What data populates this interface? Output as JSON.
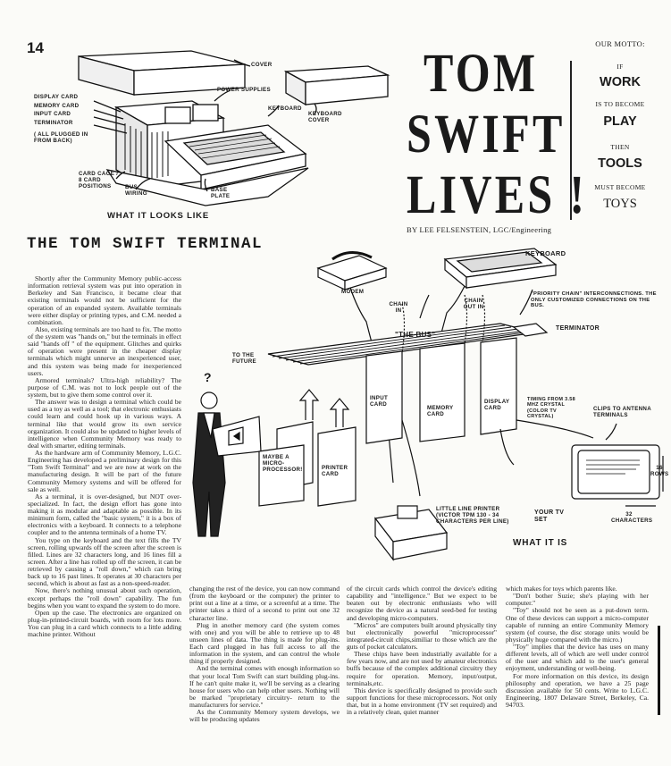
{
  "page_number": "14",
  "top_diagram": {
    "caption": "WHAT IT LOOKS LIKE",
    "labels": {
      "cover": "COVER",
      "power_supplies": "POWER SUPPLIES",
      "keyboard": "KEYBOARD",
      "keyboard_cover": "KEYBOARD COVER",
      "display_card": "DISPLAY CARD",
      "memory_card": "MEMORY CARD",
      "input_card": "INPUT CARD",
      "terminator": "TERMINATOR",
      "all_plugged": "( ALL PLUGGED IN FROM BACK)",
      "card_cage": "CARD CAGE / 8 CARD POSITIONS",
      "bus_wiring": "BUS WIRING",
      "base_plate": "BASE PLATE"
    }
  },
  "title": {
    "line1": "TOM",
    "line2": "SWIFT",
    "line3": "LIVES !"
  },
  "byline": "BY LEE FELSENSTEIN, LGC/Engineering",
  "motto": {
    "heading": "OUR MOTTO:",
    "if": "IF",
    "work": "WORK",
    "is_to_become": "IS TO BECOME",
    "play": "PLAY",
    "then": "THEN",
    "tools": "TOOLS",
    "must_become": "MUST BECOME",
    "toys": "TOYS"
  },
  "headline": "THE TOM SWIFT TERMINAL",
  "bottom_diagram": {
    "caption": "WHAT IT IS",
    "labels": {
      "keyboard": "KEYBOARD",
      "modem": "MODEM",
      "chain_in": "CHAIN IN",
      "chain_out_in": "CHAIN OUT IN",
      "priority_chain": "\"PRIORITY CHAIN\" INTERCONNECTIONS. THE ONLY CUSTOMIZED CONNECTIONS ON THE BUS.",
      "the_bus": "\"THE BUS\"",
      "terminator": "TERMINATOR",
      "to_the_future": "TO THE FUTURE",
      "question": "?",
      "input_card": "INPUT CARD",
      "memory_card": "MEMORY CARD",
      "display_card": "DISPLAY CARD",
      "timing": "TIMING FROM 3.58 MHZ CRYSTAL (COLOR TV CRYSTAL)",
      "clips": "CLIPS TO ANTENNA TERMINALS",
      "micro": "MAYBE A MICRO-PROCESSOR!",
      "printer_card": "PRINTER CARD",
      "line_printer": "LITTLE LINE PRINTER (VICTOR TPM 130 - 34 CHARACTERS PER LINE)",
      "tv": "YOUR TV SET",
      "rows": "16 ROWS",
      "chars": "32 CHARACTERS"
    }
  },
  "columns": {
    "col1": [
      "Shortly after the Community Memory public-access information retrieval system was put into operation in Berkeley and San Francisco, it became clear that existing terminals would not be sufficient for the operation of an expanded system. Available terminals were either display or printing types, and C.M. needed a combination.",
      "Also, existing terminals are too hard to fix. The motto of the system was \"hands on,\" but the terminals in effect said \"hands off \" of the equipment. Glitches and quirks of operation were present in the cheaper display terminals which might unnerve an inexperienced user, and this system was being made for inexperienced users.",
      "Armored terminals? Ultra-high reliability? The purpose of C.M. was not to lock people out of the system, but to give them some control over it.",
      "The answer was to design a terminal which could be used as a toy as well as a tool; that electronic enthusiasts could learn and could hook up in various ways. A terminal like that would grow its own service organization. It could also be updated to higher levels of intelligence when Community Memory was ready to deal with smarter, editing terminals.",
      "As the hardware arm of Community Memory, L.G.C. Engineering has developed a preliminary design for this \"Tom Swift Terminal\" and we are now at work on the manufacturing design. It will be part of the future Community Memory systems and will be offered for sale as well.",
      "As a terminal, it is over-designed, but NOT over-specialized. In fact, the design effort has gone into making it as modular and adaptable as possible. In its minimum form, called the \"basic system,\" it is a box of electronics with a keyboard. It connects to a telephone coupler and to the antenna terminals of a home TV.",
      "You type on the keyboard and the text fills the TV screen, rolling upwards off the screen after the screen is filled. Lines are 32 characters long, and 16 lines fill a screen. After a line has rolled up off the screen, it can be retrieved by causing a \"roll down,\" which can bring back up to 16 past lines. It operates at 30 characters per second, which is about as fast as a non-speed-reader.",
      "Now, there's nothing unusual about such operation, except perhaps the \"roll down\" capability. The fun begins when you want to expand the system to do more.",
      "Open up the case. The electronics are organized on plug-in-printed-circuit boards, with room for lots more. You can plug in a card which connects to a little adding machine printer. Without"
    ],
    "col2": [
      "changing the rest of the device, you can now command (from the keyboard or the computer) the printer to print out a line at a time, or a screenful at a time. The printer takes a third of a second to print out one 32 character line.",
      "Plug in another memory card (the system comes with one) and you will be able to retrieve up to 48 unseen lines of data. The thing is made for plug-ins. Each card plugged in has full access to all the information in the system, and can control the whole thing if properly designed.",
      "And the terminal comes with enough information so that your local Tom Swift can start building plug-ins. If he can't quite make it, we'll be serving as a clearing house for users who can help other users. Nothing will be marked \"proprietary circuitry- return to the manufacturers for service.\"",
      "As the Community Memory system develops, we will be producing updates"
    ],
    "col3": [
      "of the circuit cards which control the device's editing capability and \"intelligence.\" But we expect to be beaten out by electronic enthusiasts who will recognize the device as a natural seed-bed for testing and developing micro-computers.",
      "\"Micros\" are computers built around physically tiny but electronically powerful \"microprocessor\" integrated-circuit chips,similiar to those which are the guts of pocket calculators.",
      "These chips have been industrially available for a few years now, and are not used by amateur electronics buffs because of the complex additional circuitry they require for operation. Memory, input/output, terminals,etc.",
      "This device is specifically designed to provide such support functions for these microprocessors. Not only that, but in a home environment (TV set required) and in a relatively clean, quiet manner"
    ],
    "col4": [
      "which makes for toys which parents like.",
      "\"Don't bother Suzie; she's playing with her computer.\"",
      "\"Toy\" should not be seen as a put-down term. One of these devices can support a micro-computer capable of running an entire Community Memory system (of course, the disc storage units would be physically huge compared with the micro.)",
      "\"Toy\" implies that the device has uses on many different levels, all of which are well under control of the user and which add to the user's general enjoyment, understanding or well-being.",
      "For more information on this device, its design philosophy and operation, we have a 25 page discussion available for 50 cents. Write to L.G.C. Engineering, 1807 Delaware Street, Berkeley, Ca. 94703."
    ]
  }
}
